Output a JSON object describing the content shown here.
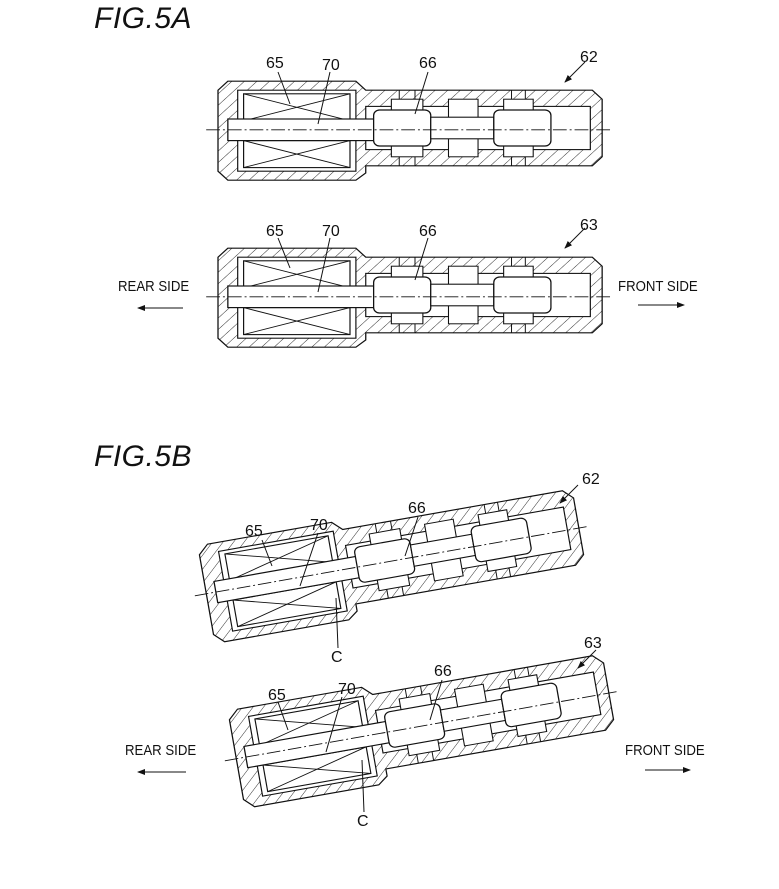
{
  "figures": [
    {
      "title": "FIG.5A",
      "valves": [
        {
          "ref": "62",
          "labels": {
            "coil": "65",
            "rod": "70",
            "spool": "66"
          }
        },
        {
          "ref": "63",
          "labels": {
            "coil": "65",
            "rod": "70",
            "spool": "66"
          }
        }
      ],
      "directions": {
        "rear": "REAR SIDE",
        "front": "FRONT SIDE"
      }
    },
    {
      "title": "FIG.5B",
      "valves": [
        {
          "ref": "62",
          "labels": {
            "coil": "65",
            "rod": "70",
            "spool": "66",
            "contact": "C"
          }
        },
        {
          "ref": "63",
          "labels": {
            "coil": "65",
            "rod": "70",
            "spool": "66",
            "contact": "C"
          }
        }
      ],
      "directions": {
        "rear": "REAR SIDE",
        "front": "FRONT SIDE"
      }
    }
  ]
}
